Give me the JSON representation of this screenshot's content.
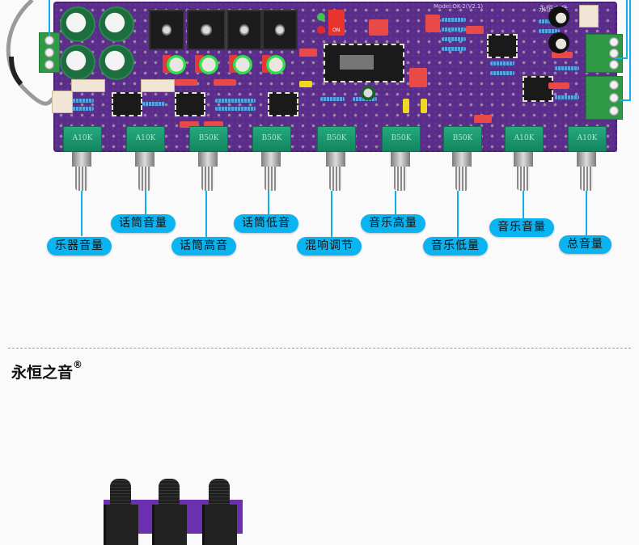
{
  "product_image": {
    "board_model_silkscreen": "Model:OK-2(V2.1)",
    "board_brand_silkscreen": "永恒之音",
    "dip_switch_label": "ON",
    "potentiometers": [
      {
        "marking": "A10K"
      },
      {
        "marking": "A10K"
      },
      {
        "marking": "B50K"
      },
      {
        "marking": "B50K"
      },
      {
        "marking": "B50K"
      },
      {
        "marking": "B50K"
      },
      {
        "marking": "B50K"
      },
      {
        "marking": "A10K"
      },
      {
        "marking": "A10K"
      }
    ]
  },
  "callouts": [
    {
      "label": "乐器音量"
    },
    {
      "label": "话筒音量"
    },
    {
      "label": "话筒高音"
    },
    {
      "label": "话筒低音"
    },
    {
      "label": "混响调节"
    },
    {
      "label": "音乐高量"
    },
    {
      "label": "音乐低量"
    },
    {
      "label": "音乐音量"
    },
    {
      "label": "总音量"
    }
  ],
  "brand": {
    "name": "永恒之音",
    "trademark": "®"
  },
  "colors": {
    "callout_fill": "#0ab4f0",
    "callout_line": "#10b0ea",
    "pcb": "#5a2d8a",
    "background": "#fafafa"
  }
}
